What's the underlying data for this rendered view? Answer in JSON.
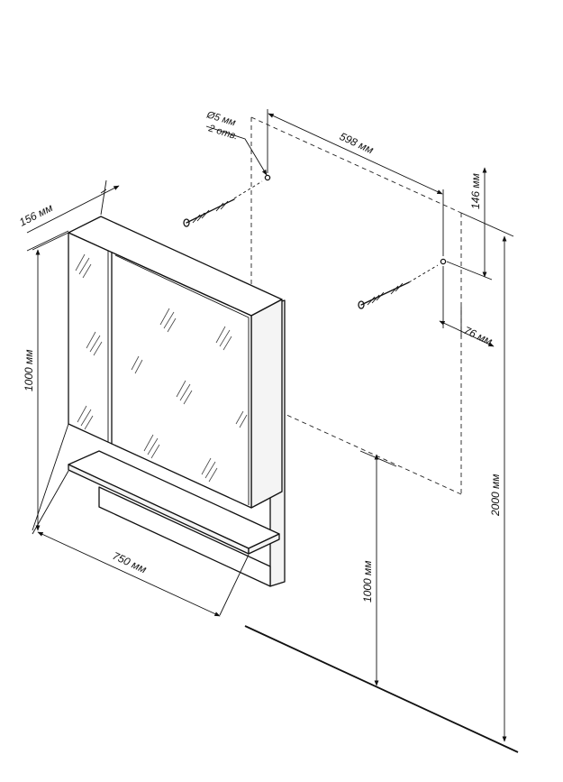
{
  "labels": {
    "hole_diameter": "Ø5 мм",
    "hole_count": "2 отв.",
    "hole_spacing": "598 мм",
    "depth": "156 мм",
    "hole_top_offset": "146 мм",
    "hole_side_offset": "76 мм",
    "height": "1000 мм",
    "width": "750 мм",
    "mount_height": "1000 мм",
    "total_height": "2000 мм"
  },
  "icons": {
    "screw": "screw-icon",
    "arrow": "arrow-head-icon"
  },
  "colors": {
    "line": "#111111",
    "background": "#ffffff"
  }
}
